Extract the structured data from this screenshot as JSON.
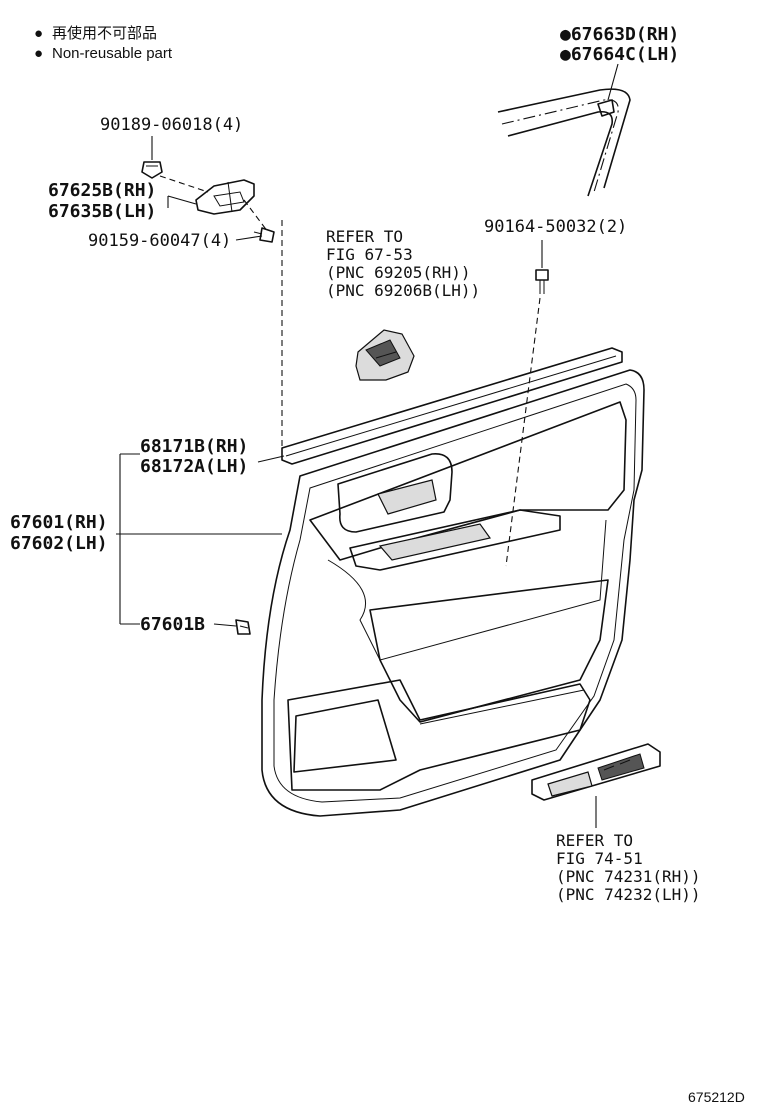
{
  "legend": {
    "items": [
      {
        "symbol": "●",
        "text": "再使用不可部品"
      },
      {
        "symbol": "●",
        "text": "Non-reusable part"
      }
    ]
  },
  "callouts": {
    "weatherstrip_rh": "●67663D(RH)",
    "weatherstrip_lh": "●67664C(LH)",
    "clip_90189": "90189-06018(4)",
    "bracket_rh": "67625B(RH)",
    "bracket_lh": "67635B(LH)",
    "bolt_90159": "90159-60047(4)",
    "screw_90164": "90164-50032(2)",
    "belt_rh": "68171B(RH)",
    "belt_lh": "68172A(LH)",
    "trim_rh": "67601(RH)",
    "trim_lh": "67602(LH)",
    "clip_67601b": "67601B"
  },
  "refs": {
    "handle": [
      "REFER TO",
      "FIG 67-53",
      "(PNC 69205(RH))",
      "(PNC 69206B(LH))"
    ],
    "switch": [
      "REFER TO",
      "FIG 74-51",
      "(PNC 74231(RH))",
      "(PNC 74232(LH))"
    ]
  },
  "figure_id": "675212D"
}
